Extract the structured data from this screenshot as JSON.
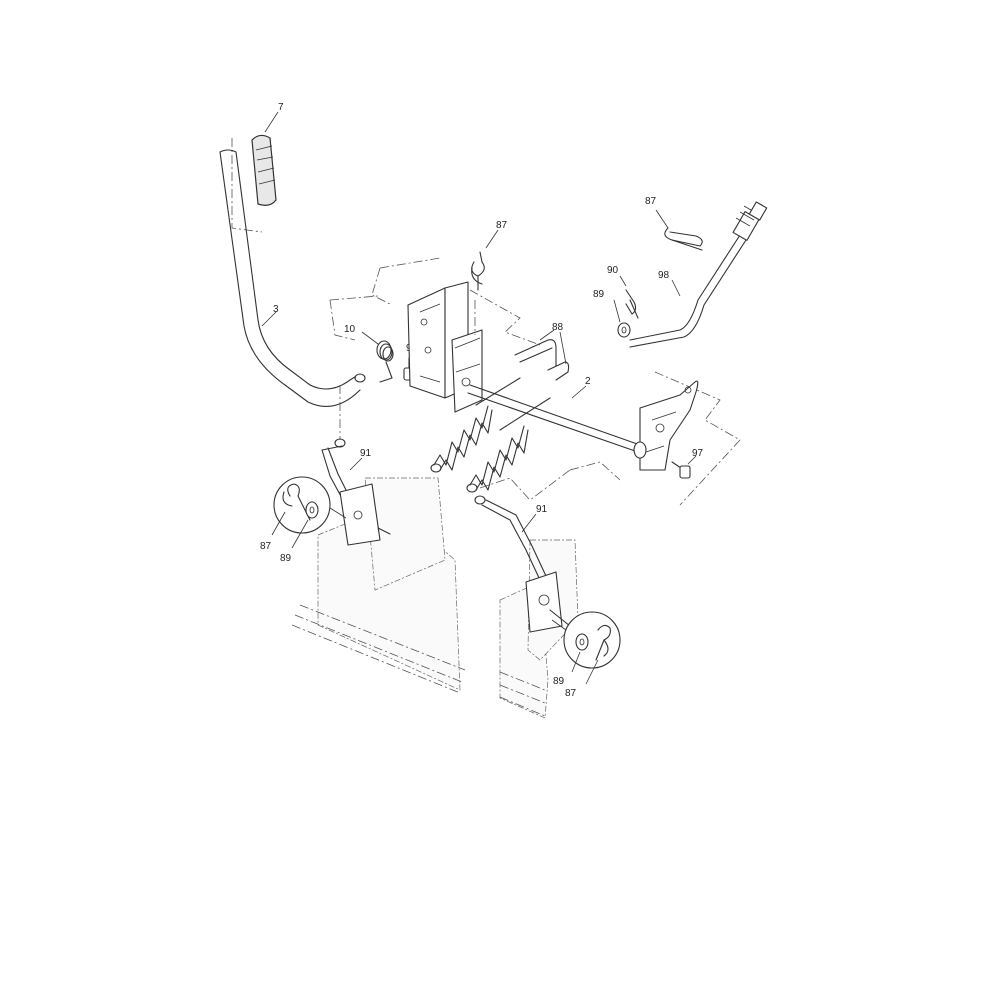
{
  "callouts": {
    "grip": "7",
    "lift_handle": "3",
    "spring_upper": "10",
    "bolt_left": "97",
    "hairpin_top": "87",
    "extension_springs": "88",
    "lift_shaft": "2",
    "hairpin_right": "87",
    "clip_right": "90",
    "washer_right": "89",
    "adjust_rod": "98",
    "bolt_right": "97",
    "link_left": "91",
    "hairpin_left": "87",
    "washer_left": "89",
    "link_right": "91",
    "washer_lower": "89",
    "hairpin_lower": "87"
  }
}
